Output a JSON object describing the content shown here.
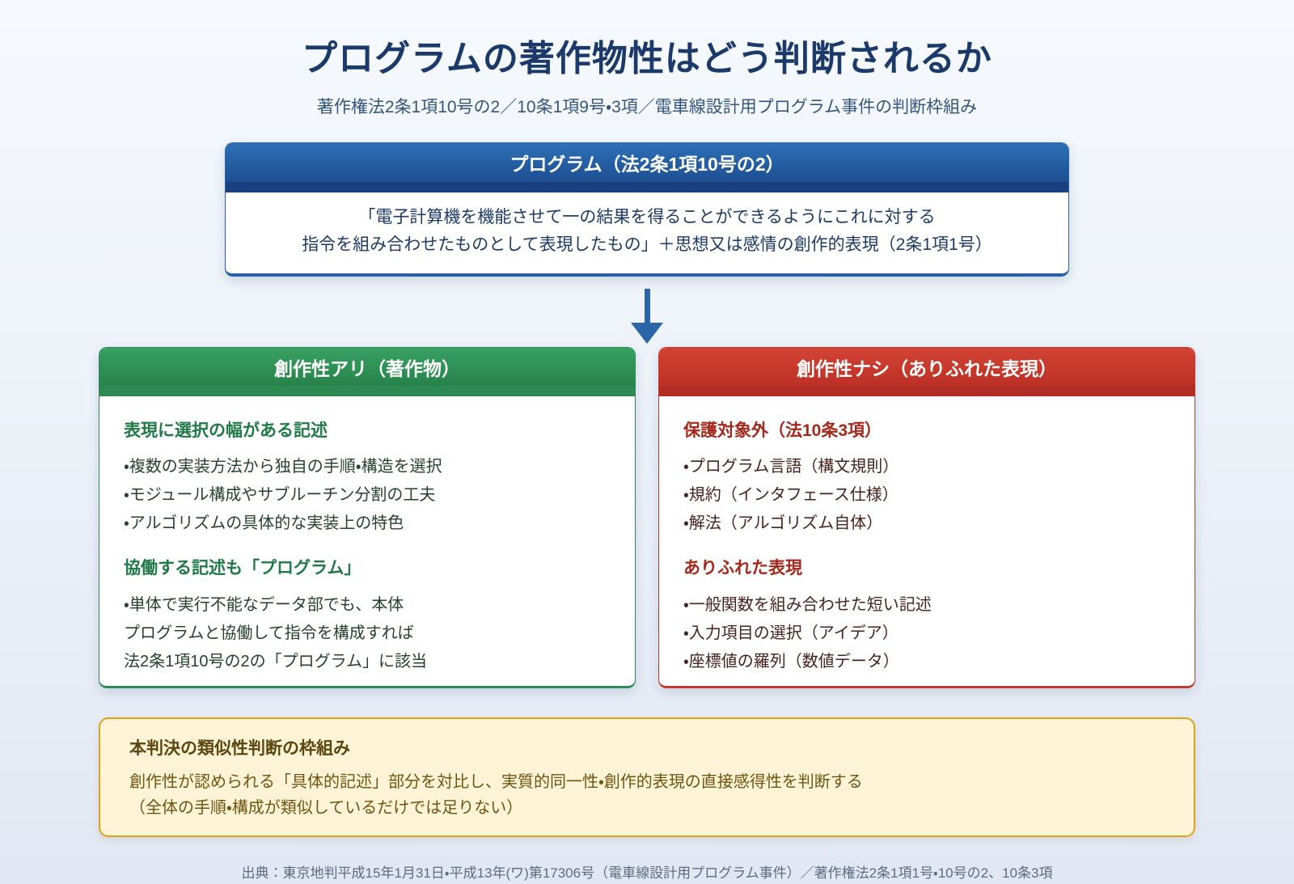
{
  "title": "プログラムの著作物性はどう判断されるか",
  "subtitle": "著作権法2条1項10号の2／10条1項9号・3項／電車線設計用プログラム事件の判断枠組み",
  "program_box": {
    "header": "プログラム（法2条1項10号の2）",
    "body_line1": "「電子計算機を機能させて一の結果を得ることができるようにこれに対する",
    "body_line2": "指令を組み合わせたものとして表現したもの」＋思想又は感情の創作的表現（2条1項1号）"
  },
  "arrow_icon": "down-arrow",
  "creative_yes_card": {
    "header": "創作性アリ（著作物）",
    "sections": [
      {
        "heading": "表現に選択の幅がある記述",
        "bullets": [
          "・複数の実装方法から独自の手順・構造を選択",
          "・モジュール構成やサブルーチン分割の工夫",
          "・アルゴリズムの具体的な実装上の特色"
        ]
      },
      {
        "heading": "協働する記述も「プログラム」",
        "bullets": [
          "・単体で実行不能なデータ部でも、本体\nプログラムと協働して指令を構成すれば\n法2条1項10号の2の「プログラム」に該当"
        ]
      }
    ]
  },
  "creative_no_card": {
    "header": "創作性ナシ（ありふれた表現）",
    "sections": [
      {
        "heading": "保護対象外（法10条3項）",
        "bullets": [
          "・プログラム言語（構文規則）",
          "・規約（インタフェース仕様）",
          "・解法（アルゴリズム自体）"
        ]
      },
      {
        "heading": "ありふれた表現",
        "bullets": [
          "・一般関数を組み合わせた短い記述",
          "・入力項目の選択（アイデア）",
          "・座標値の羅列（数値データ）"
        ]
      }
    ]
  },
  "note_box": {
    "heading": "本判決の類似性判断の枠組み",
    "body": "創作性が認められる「具体的記述」部分を対比し、実質的同一性・創作的表現の直接感得性を判断する\n（全体の手順・構成が類似しているだけでは足りない）"
  },
  "footer": "出典：東京地判平成15年1月31日・平成13年(ワ)第17306号（電車線設計用プログラム事件）／著作権法2条1項1号・10号の2、10条3項",
  "colors": {
    "title_text": "#1c3a69",
    "blue_header": "#1d4e92",
    "blue_band": "#193f7e",
    "green_header": "#2e9156",
    "green_heading_text": "#1f7a47",
    "red_header": "#c53a2d",
    "red_heading_text": "#a5281d",
    "yellow_box_bg": "#fdf3d6",
    "yellow_box_border": "#d9a521",
    "arrow": "#2a65a8"
  }
}
